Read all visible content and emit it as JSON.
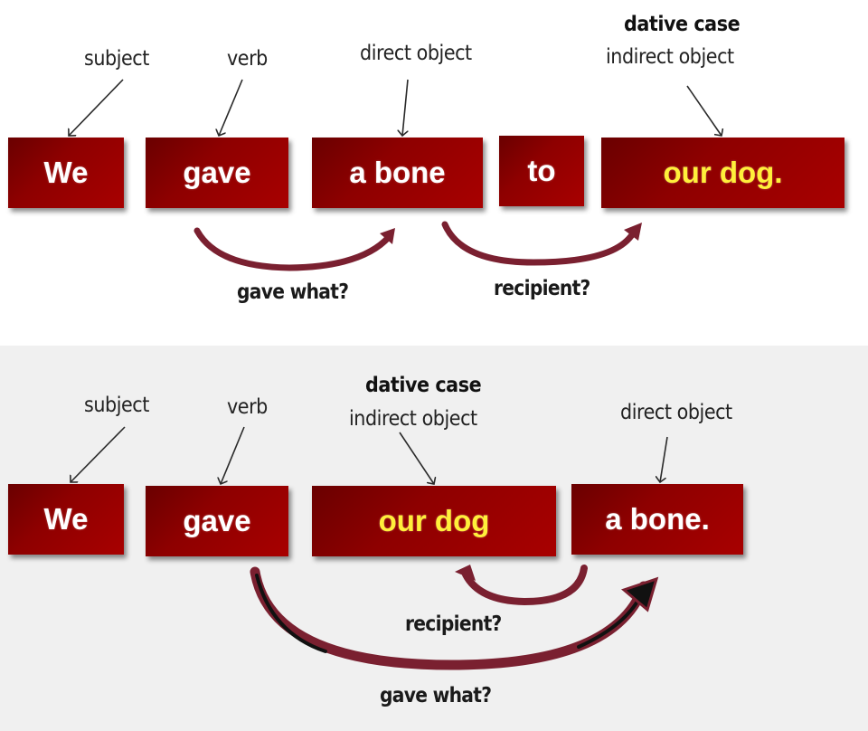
{
  "top": {
    "labels": {
      "subject": "subject",
      "verb": "verb",
      "direct_object": "direct object",
      "dative_case": "dative case",
      "indirect_object": "indirect object"
    },
    "words": [
      "We",
      "gave",
      "a bone",
      "to",
      "our dog."
    ],
    "questions": {
      "gave_what": "gave what?",
      "recipient": "recipient?"
    }
  },
  "bottom": {
    "labels": {
      "subject": "subject",
      "verb": "verb",
      "dative_case": "dative case",
      "indirect_object": "indirect object",
      "direct_object": "direct object"
    },
    "words": [
      "We",
      "gave",
      "our dog",
      "a bone."
    ],
    "questions": {
      "recipient": "recipient?",
      "gave_what": "gave what?"
    }
  },
  "colors": {
    "box_dark": "#6a0000",
    "box_light": "#a80000",
    "highlight_text": "#ffef3a",
    "arc": "#7a2030",
    "bottom_bg": "#f0f0f0"
  }
}
